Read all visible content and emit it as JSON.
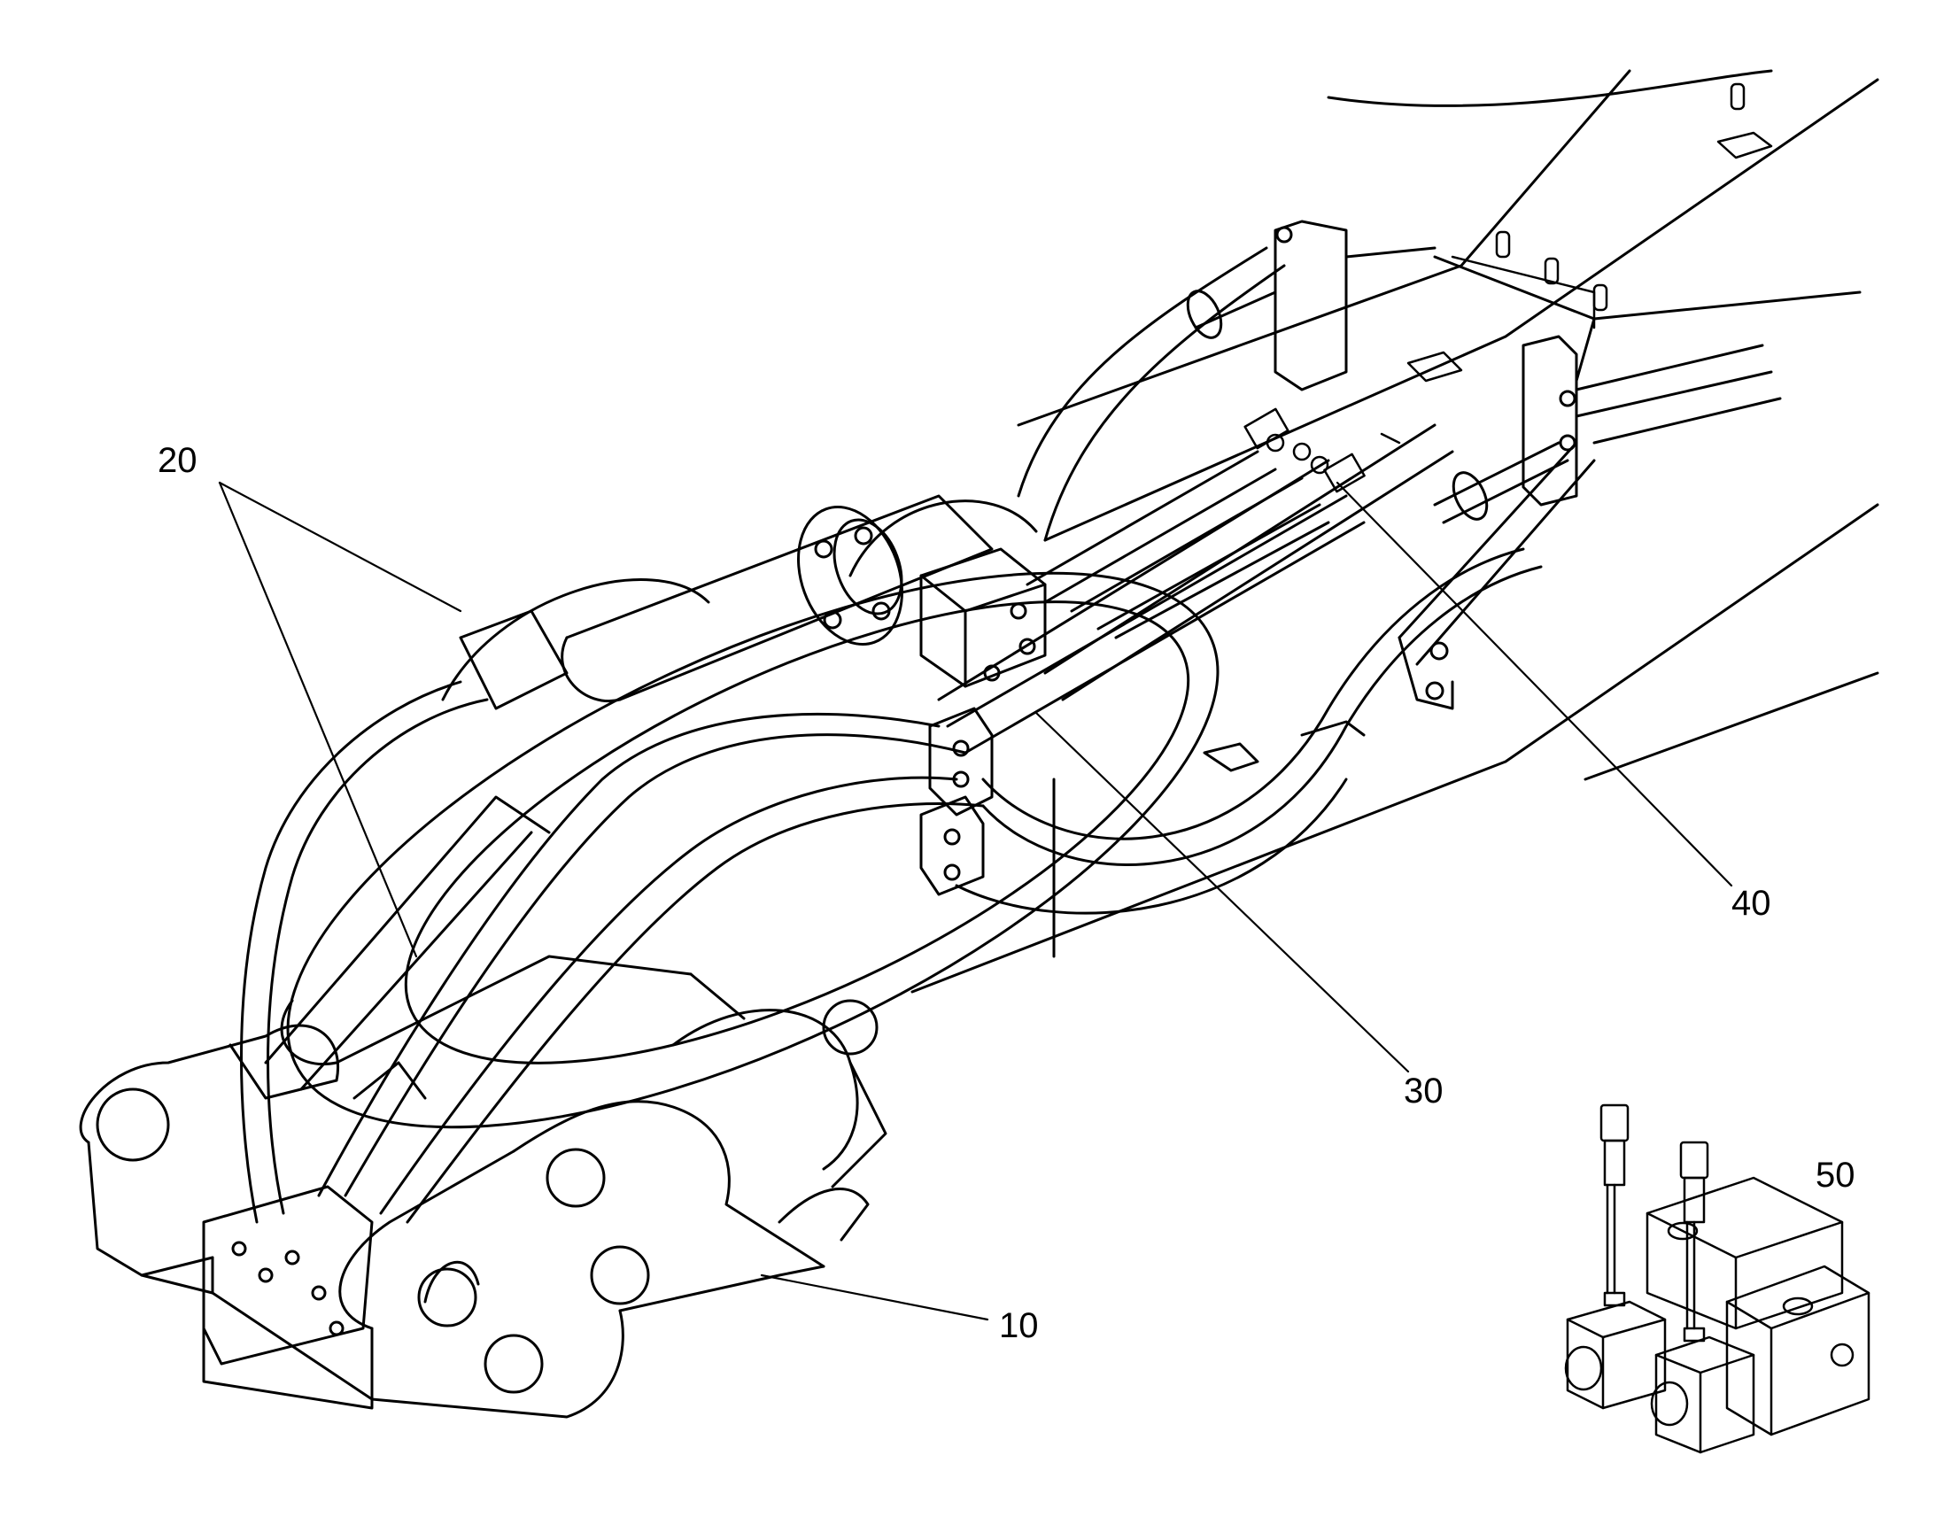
{
  "callouts": [
    {
      "id": "20",
      "label": "20"
    },
    {
      "id": "30",
      "label": "30"
    },
    {
      "id": "40",
      "label": "40"
    },
    {
      "id": "50",
      "label": "50"
    },
    {
      "id": "10",
      "label": "10"
    }
  ],
  "colors": {
    "line": "#000000",
    "background": "#ffffff"
  }
}
